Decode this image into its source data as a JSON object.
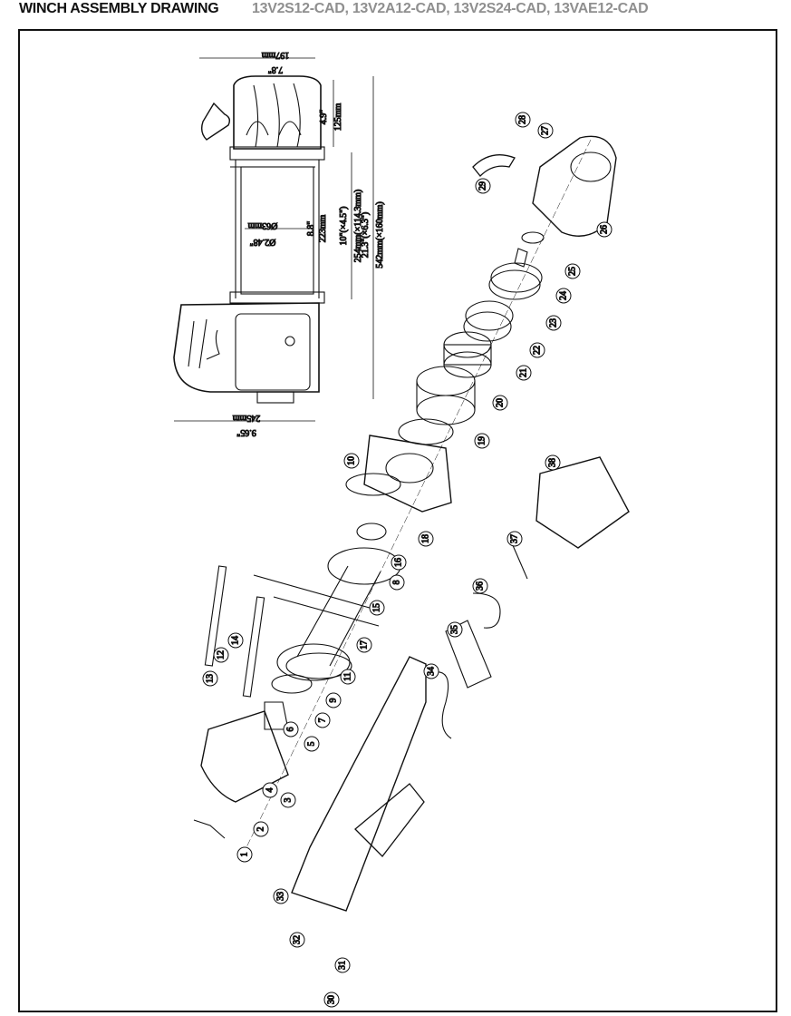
{
  "header": {
    "title": "WINCH ASSEMBLY DRAWING",
    "models": "13V2S12-CAD, 13V2A12-CAD, 13V2S24-CAD, 13VAE12-CAD"
  },
  "dimensions": {
    "overall_width_mm": "197mm",
    "overall_width_in": "7.8\"",
    "end_height_in": "4.9\"",
    "end_height_mm": "125mm",
    "drum_dia_mm": "Ø63mm",
    "drum_dia_in": "Ø2.48\"",
    "drum_len_in": "8.8\"",
    "drum_len_mm": "223mm",
    "mount_in": "10\"(×4.5\")",
    "mount_mm": "254mm(×114.3mm)",
    "total_in": "21.3\"(×6.3\")",
    "total_mm": "542mm(×160mm)",
    "base_mm": "245mm",
    "base_in": "9.65\""
  },
  "part_labels": [
    "29",
    "28",
    "27",
    "26",
    "25",
    "24",
    "23",
    "22",
    "21",
    "20",
    "19",
    "18",
    "17",
    "16",
    "15",
    "14",
    "13",
    "12",
    "11",
    "10",
    "9",
    "8",
    "7",
    "6",
    "5",
    "4",
    "3",
    "2",
    "1",
    "30",
    "31",
    "32",
    "33",
    "34",
    "35",
    "36",
    "37",
    "38"
  ],
  "colors": {
    "ink": "#111111",
    "models": "#8f8f8f",
    "background": "#ffffff"
  }
}
